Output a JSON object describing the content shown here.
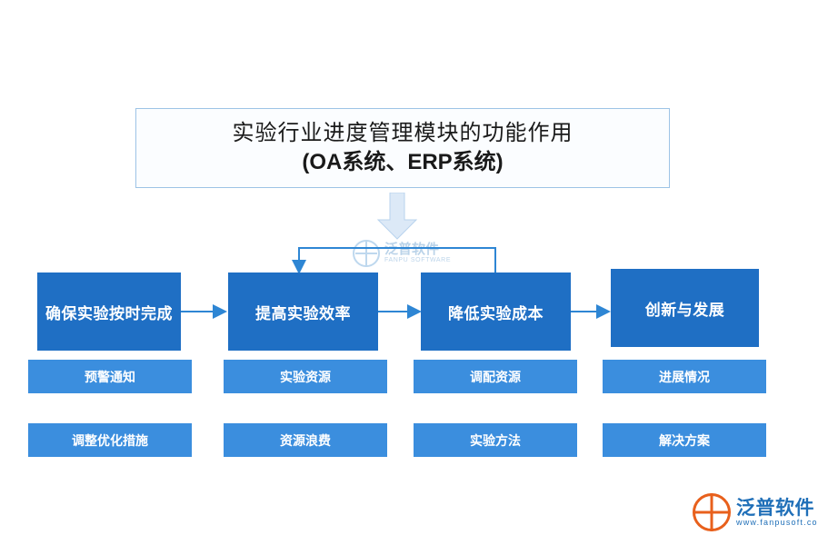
{
  "title": {
    "line1": "实验行业进度管理模块的功能作用",
    "line2": "(OA系统、ERP系统)"
  },
  "flow": {
    "main_boxes": [
      {
        "label": "确保实验按时完成"
      },
      {
        "label": "提高实验效率"
      },
      {
        "label": "降低实验成本"
      },
      {
        "label": "创新与发展"
      }
    ],
    "sub_rows": [
      [
        {
          "label": "预警通知"
        },
        {
          "label": "实验资源"
        },
        {
          "label": "调配资源"
        },
        {
          "label": "进展情况"
        }
      ],
      [
        {
          "label": "调整优化措施"
        },
        {
          "label": "资源浪费"
        },
        {
          "label": "实验方法"
        },
        {
          "label": "解决方案"
        }
      ]
    ]
  },
  "watermark": {
    "cn": "泛普软件",
    "en": "FANPU SOFTWARE"
  },
  "logo": {
    "cn": "泛普软件",
    "en": "www.fanpusoft.com"
  },
  "colors": {
    "main_box": "#1f6fc4",
    "sub_box": "#3b8ede",
    "connector": "#2e86d4",
    "title_border": "#9dc3e6",
    "logo_orange": "#e8601c",
    "logo_blue": "#1f6fb8"
  }
}
